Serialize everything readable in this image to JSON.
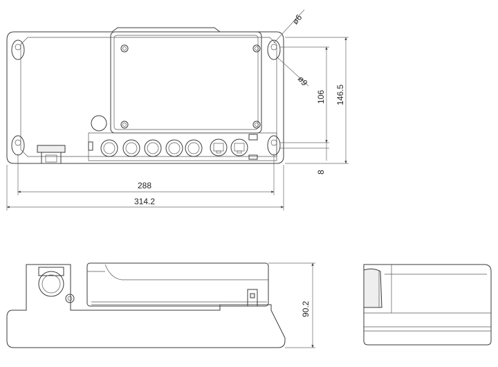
{
  "dimensions": {
    "dia_6": "ø6",
    "dia_9": "ø9",
    "height_106": "106",
    "height_146_5": "146.5",
    "offset_8": "8",
    "width_288": "288",
    "width_314_2": "314.2",
    "depth_90_2": "90.2"
  }
}
